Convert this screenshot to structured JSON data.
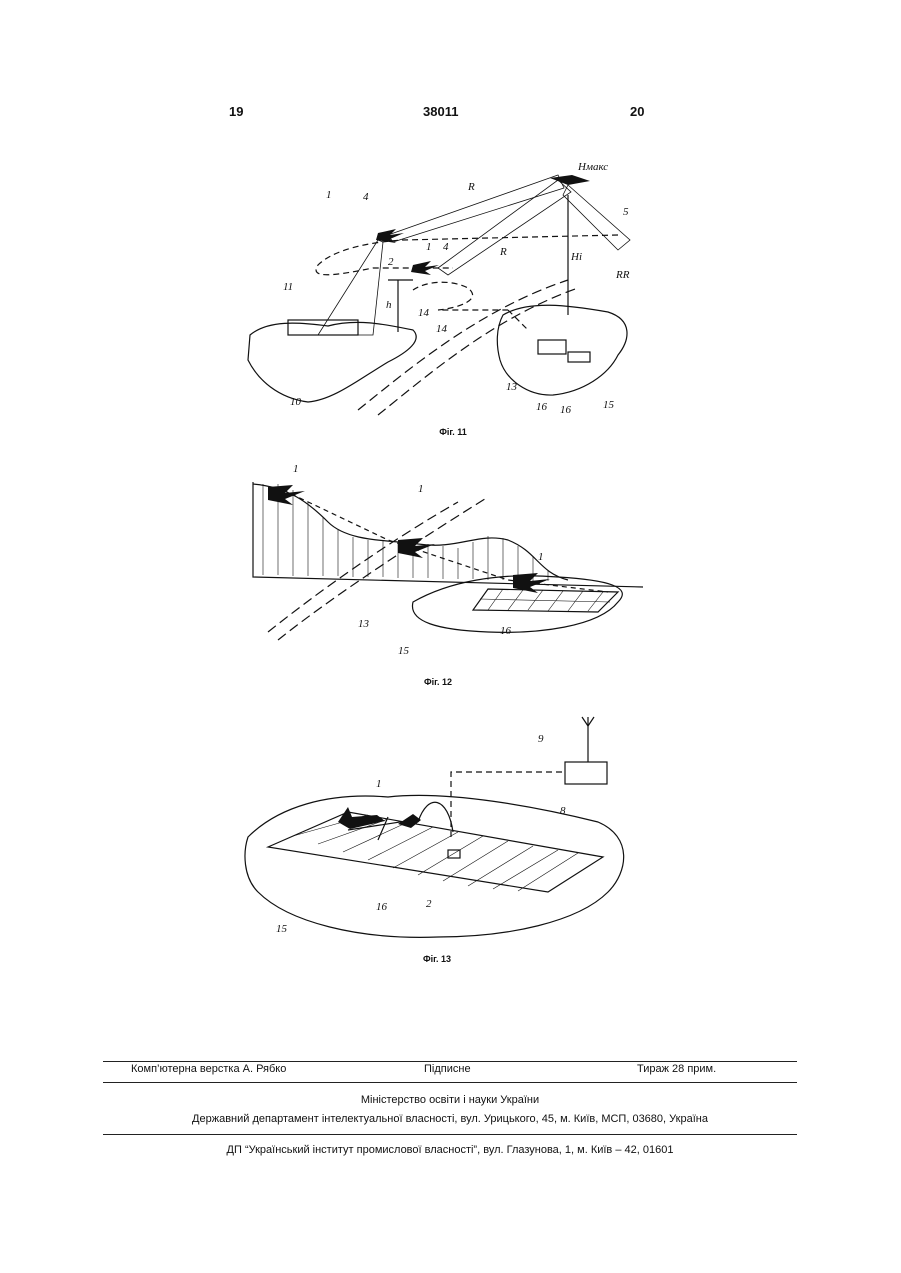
{
  "header": {
    "page_left": "19",
    "patent_number": "38011",
    "page_right": "20"
  },
  "figures": [
    {
      "caption": "Фіг. 11",
      "labels": [
        "1",
        "4",
        "R",
        "Нмакс",
        "5",
        "2",
        "1",
        "4",
        "R",
        "Hi",
        "RR",
        "11",
        "h",
        "14",
        "14",
        "10",
        "13",
        "16",
        "16",
        "15"
      ]
    },
    {
      "caption": "Фіг. 12",
      "labels": [
        "1",
        "1",
        "1",
        "13",
        "16",
        "15"
      ]
    },
    {
      "caption": "Фіг. 13",
      "labels": [
        "9",
        "8",
        "1",
        "15",
        "16",
        "2"
      ]
    }
  ],
  "footer": {
    "layout_credit": "Комп’ютерна верстка А. Рябко",
    "signed": "Підписне",
    "circulation": "Тираж 28 прим.",
    "ministry": "Міністерство освіти і науки України",
    "department": "Державний департамент інтелектуальної власності, вул. Урицького, 45, м. Київ, МСП, 03680, Україна",
    "institute": "ДП “Український інститут промислової власності”, вул. Глазунова, 1, м. Київ – 42, 01601"
  }
}
